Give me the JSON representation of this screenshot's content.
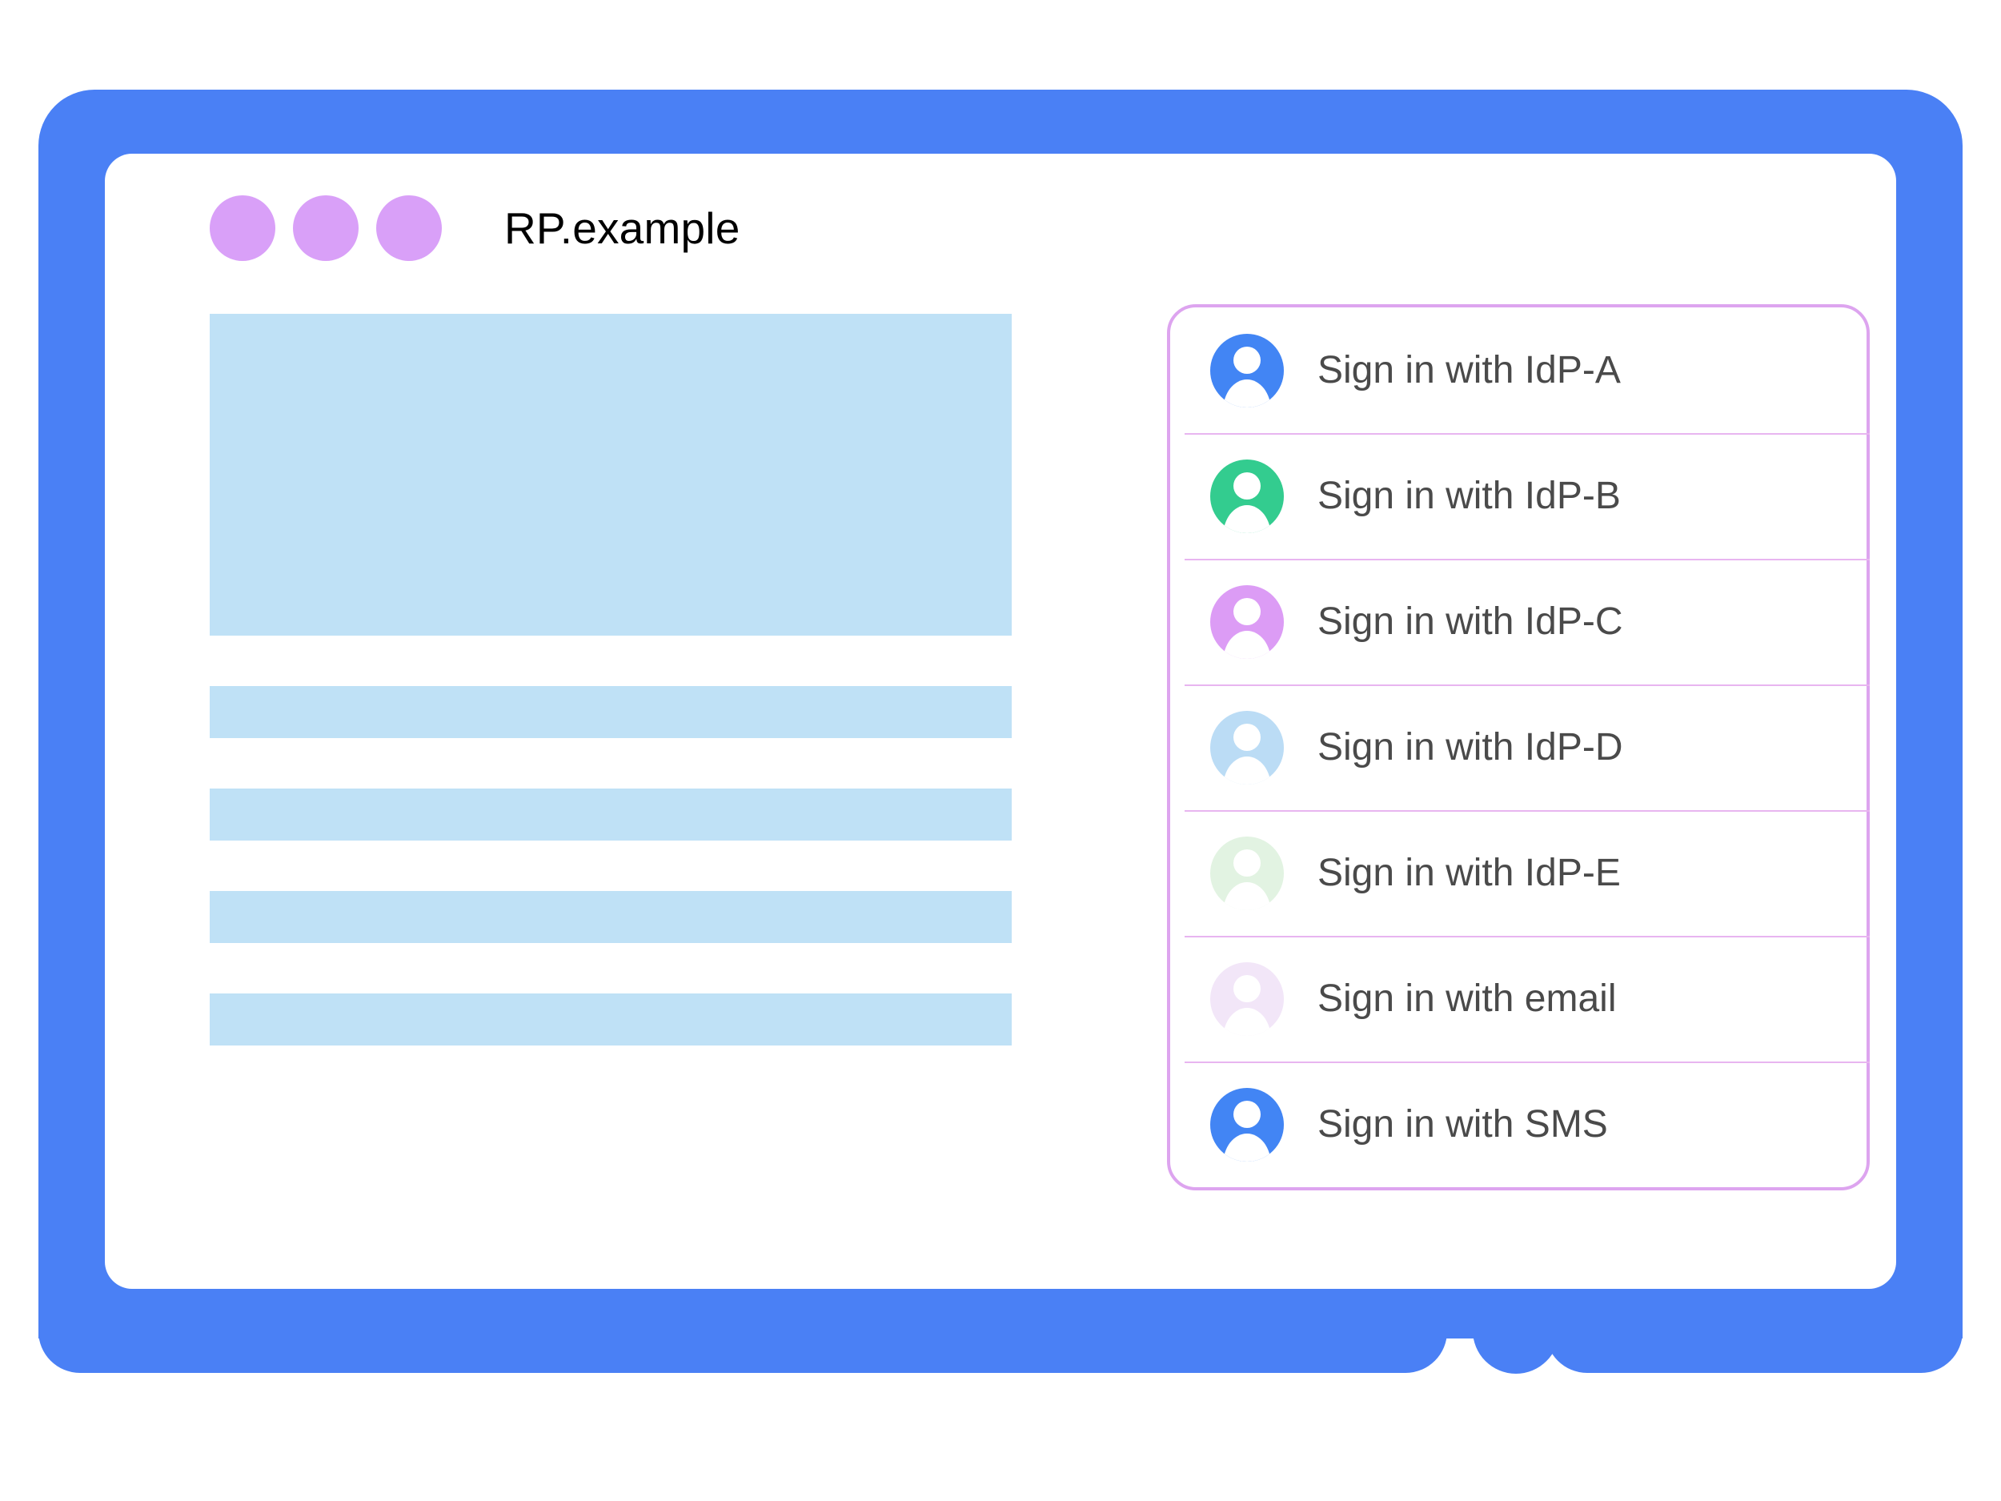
{
  "window": {
    "title": "RP.example",
    "traffic_dots": [
      "dot-1",
      "dot-2",
      "dot-3"
    ],
    "bezel_color": "#4a80f5",
    "dot_color": "#d9a0f8",
    "home_button_name": "home-button"
  },
  "page_content": {
    "placeholder_color": "#bfe1f6",
    "blocks": [
      {
        "name": "hero-placeholder"
      },
      {
        "name": "text-placeholder-1"
      },
      {
        "name": "text-placeholder-2"
      },
      {
        "name": "text-placeholder-3"
      },
      {
        "name": "text-placeholder-4"
      }
    ]
  },
  "signin_panel": {
    "border_color": "#dda4ef",
    "divider_color": "#e8b5f0",
    "label_color": "#4a4a4a",
    "options": [
      {
        "label": "Sign in with IdP-A",
        "icon": "account-avatar-icon",
        "avatar_color": "#4285f4"
      },
      {
        "label": "Sign in with IdP-B",
        "icon": "account-avatar-icon",
        "avatar_color": "#33cc8f"
      },
      {
        "label": "Sign in with IdP-C",
        "icon": "account-avatar-icon",
        "avatar_color": "#dc9cf5"
      },
      {
        "label": "Sign in with IdP-D",
        "icon": "account-avatar-icon",
        "avatar_color": "#bbdcf5"
      },
      {
        "label": "Sign in with IdP-E",
        "icon": "account-avatar-icon",
        "avatar_color": "#e2f3e2"
      },
      {
        "label": "Sign in with email",
        "icon": "account-avatar-icon",
        "avatar_color": "#f2e6f8"
      },
      {
        "label": "Sign in with SMS",
        "icon": "account-avatar-icon",
        "avatar_color": "#4285f4"
      }
    ]
  }
}
